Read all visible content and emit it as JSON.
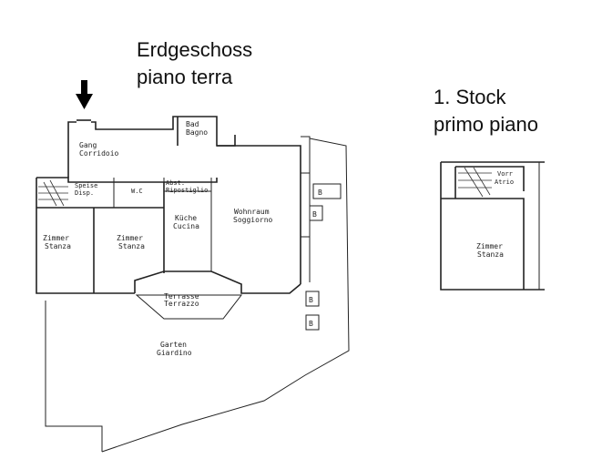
{
  "titles": {
    "ground_line1": "Erdgeschoss",
    "ground_line2": "piano terra",
    "first_line1": "1. Stock",
    "first_line2": "primo piano"
  },
  "rooms": {
    "gang_de": "Gang",
    "gang_it": "Corridoio",
    "bad_de": "Bad",
    "bad_it": "Bagno",
    "speise_de": "Speise",
    "speise_it": "Disp.",
    "wc": "W.C",
    "abst_de": "Abst.",
    "abst_it": "Ripostiglio",
    "wohn_de": "Wohnraum",
    "wohn_it": "Soggiorno",
    "zimmer1_de": "Zimmer",
    "zimmer1_it": "Stanza",
    "zimmer2_de": "Zimmer",
    "zimmer2_it": "Stanza",
    "kueche_de": "Küche",
    "kueche_it": "Cucina",
    "terr_de": "Terrasse",
    "terr_it": "Terrazzo",
    "garten_de": "Garten",
    "garten_it": "Giardino",
    "upper_vorr": "Vorr",
    "upper_atrio": "Atrio",
    "upper_zimmer_de": "Zimmer",
    "upper_zimmer_it": "Stanza"
  },
  "markers": {
    "b1": "B",
    "b2": "B",
    "b3": "B",
    "b4": "B"
  },
  "icons": {
    "entrance": "down-arrow-icon"
  }
}
